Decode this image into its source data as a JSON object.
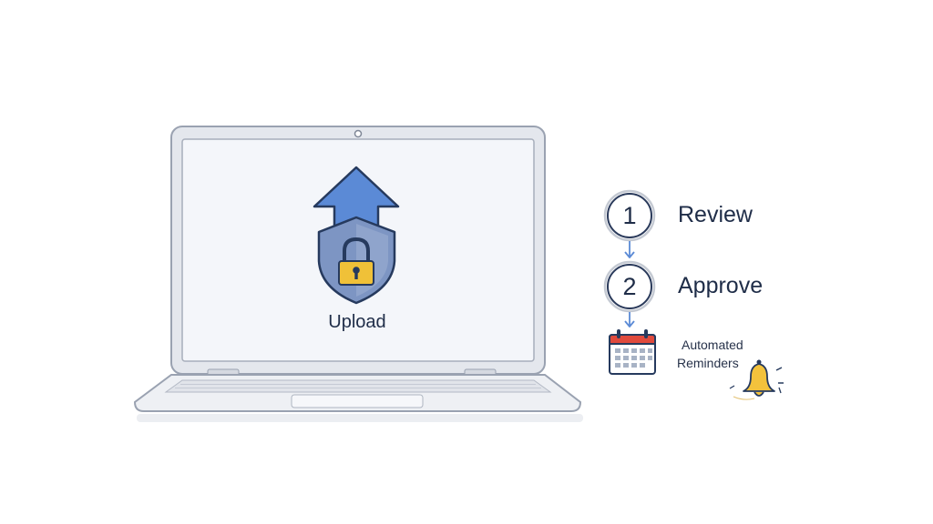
{
  "upload": {
    "label": "Upload",
    "icon": "upload-shield-lock-icon"
  },
  "steps": [
    {
      "number": "1",
      "label": "Review"
    },
    {
      "number": "2",
      "label": "Approve"
    }
  ],
  "reminders": {
    "line1": "Automated",
    "line2": "Reminders",
    "calendar_icon": "calendar-icon",
    "bell_icon": "bell-icon"
  },
  "colors": {
    "arrow_blue": "#5b8ad6",
    "shield_blue": "#7d95c3",
    "lock_gold": "#f0c138",
    "calendar_red": "#e04a3d",
    "bell_gold": "#f3c23c",
    "outline_navy": "#263a5e",
    "laptop_gray": "#c7ccd6"
  }
}
